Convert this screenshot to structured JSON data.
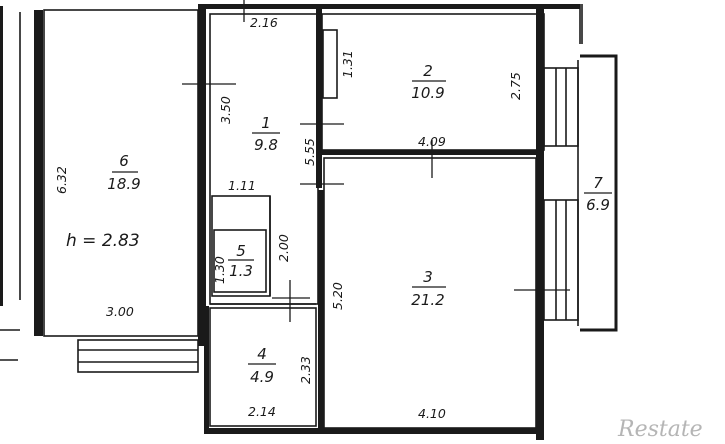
{
  "rooms": [
    {
      "id": "1",
      "number": "1",
      "area": "9.8"
    },
    {
      "id": "2",
      "number": "2",
      "area": "10.9"
    },
    {
      "id": "3",
      "number": "3",
      "area": "21.2"
    },
    {
      "id": "4",
      "number": "4",
      "area": "4.9"
    },
    {
      "id": "5",
      "number": "5",
      "area": "1.3"
    },
    {
      "id": "6",
      "number": "6",
      "area": "18.9"
    },
    {
      "id": "7",
      "number": "7",
      "area": "6.9"
    }
  ],
  "ceiling_height": "h = 2.83",
  "dimensions": {
    "top_216": "2.16",
    "d_131": "1.31",
    "d_275": "2.75",
    "d_350": "3.50",
    "d_555": "5.55",
    "d_409": "4.09",
    "d_632": "6.32",
    "d_111": "1.11",
    "d_200": "2.00",
    "d_130": "1.30",
    "d_300": "3.00",
    "d_520": "5.20",
    "d_233": "2.33",
    "d_214": "2.14",
    "d_410": "4.10"
  },
  "logo_text": "Restate"
}
